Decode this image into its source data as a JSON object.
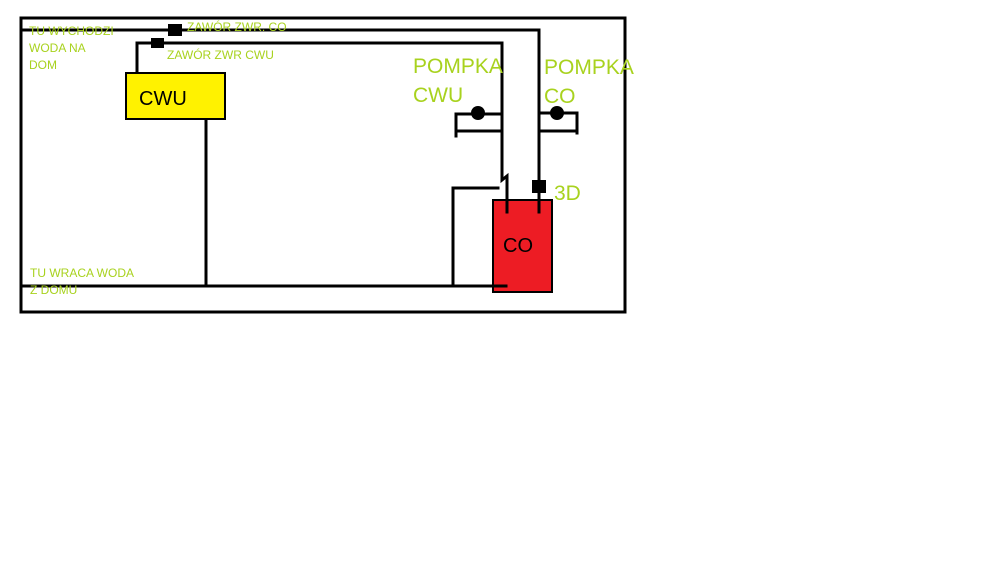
{
  "colors": {
    "label": "#a8d21e",
    "cwu_tank": "#fff200",
    "co_boiler": "#ed1c24",
    "pipe": "#000000"
  },
  "labels": {
    "outflow_line1": "TU WYCHODZI",
    "outflow_line2": "WODA NA",
    "outflow_line3": "DOM",
    "return_line1": "TU WRACA WODA",
    "return_line2": "Z DOMU",
    "valve_co": "ZAWÓR ZWR. CO",
    "valve_cwu": "ZAWÓR ZWR CWU",
    "pump_cwu_line1": "POMPKA",
    "pump_cwu_line2": "CWU",
    "pump_co_line1": "POMPKA",
    "pump_co_line2": "CO",
    "valve_3d": "3D"
  },
  "components": {
    "cwu_tank": "CWU",
    "co_boiler": "CO"
  }
}
